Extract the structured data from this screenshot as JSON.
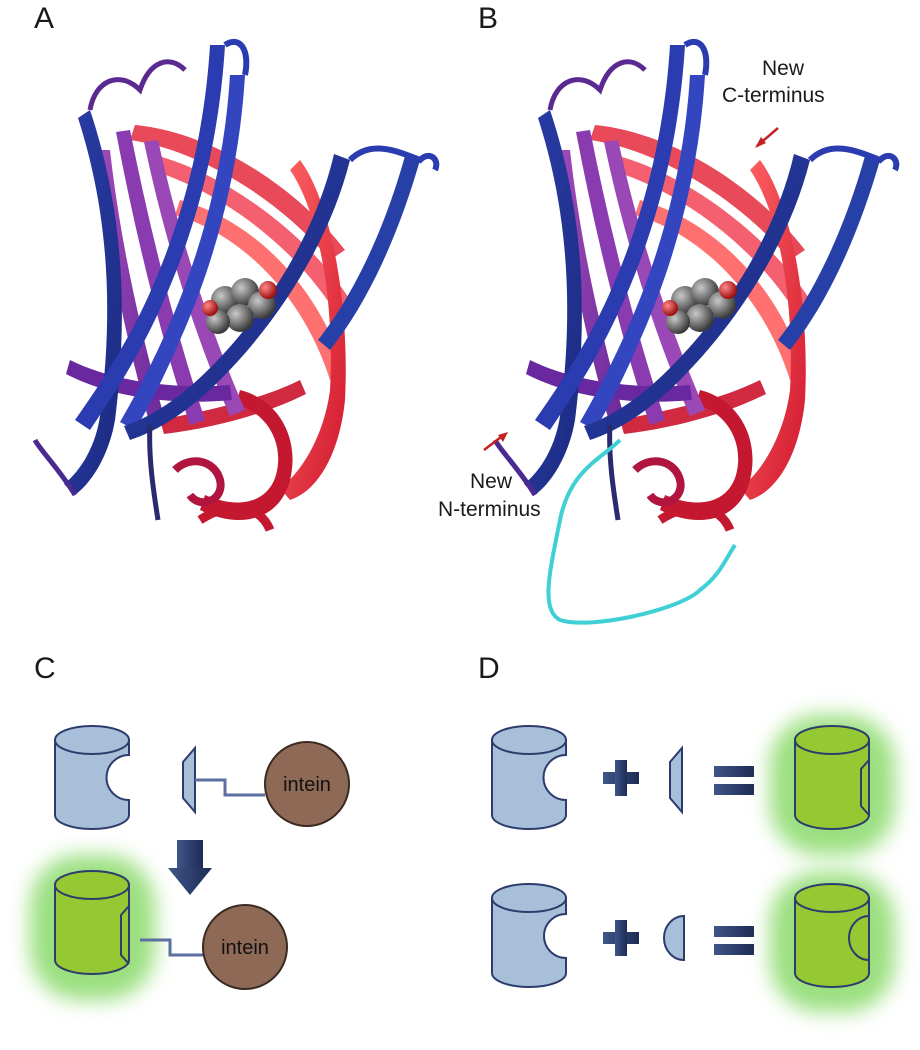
{
  "panels": {
    "a": {
      "label": "A"
    },
    "b": {
      "label": "B",
      "c_terminus_line1": "New",
      "c_terminus_line2": "C-terminus",
      "n_terminus_line1": "New",
      "n_terminus_line2": "N-terminus"
    },
    "c": {
      "label": "C",
      "intein_top": "intein",
      "intein_bottom": "intein"
    },
    "d": {
      "label": "D"
    }
  },
  "colors": {
    "barrel_blue": "#a7bfd9",
    "barrel_green": "#95c933",
    "outline": "#2d3c6d",
    "intein": "#8e6955",
    "glow": "#6fd24a",
    "arrow_red": "#c42222",
    "linker_cyan": "#3fd0d6"
  }
}
